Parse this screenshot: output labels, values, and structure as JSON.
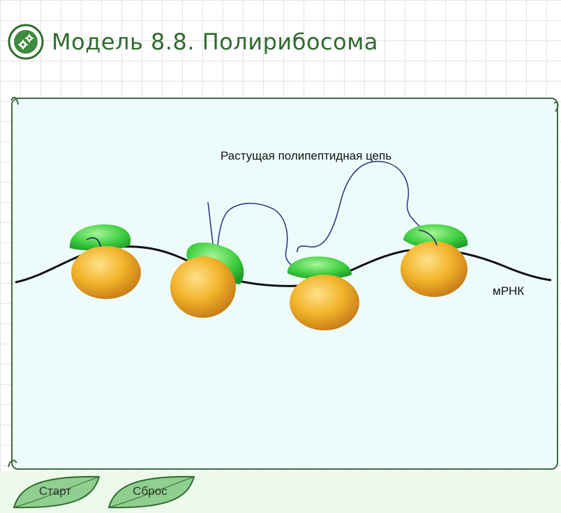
{
  "header": {
    "title": "Модель 8.8.  Полирибосома",
    "logo_icon": "gear-leaf-icon"
  },
  "diagram": {
    "chain_label": "Растущая полипептидная цепь",
    "mrna_label": "мРНК",
    "ribosome_count": 4
  },
  "controls": {
    "start_label": "Старт",
    "reset_label": "Сброс"
  },
  "colors": {
    "title": "#2e6b2e",
    "panel_border": "#3f6a3f",
    "panel_fill": "#edfcfb",
    "large_subunit": "#f0b323",
    "small_subunit": "#3fcf3f",
    "peptide_chain": "#2c3a8a",
    "button_fill": "#8fcf8f"
  }
}
